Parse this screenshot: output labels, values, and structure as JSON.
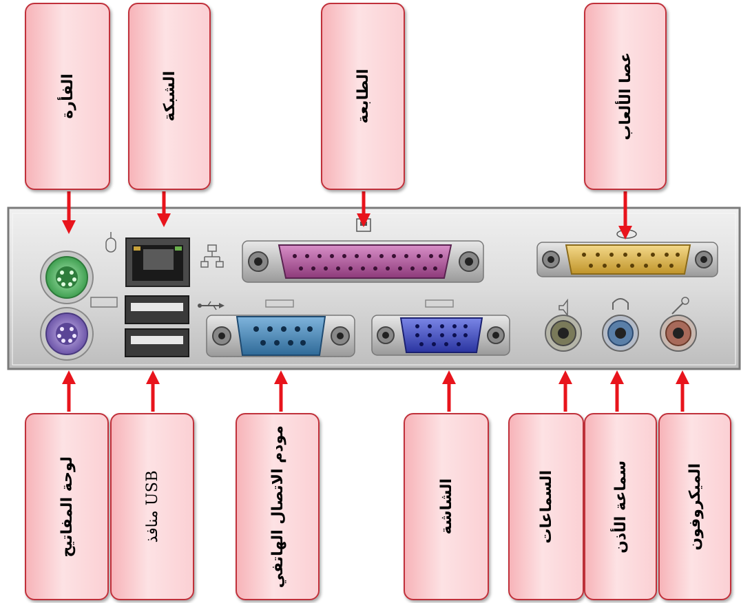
{
  "labels_top": [
    {
      "id": "mouse",
      "text": "الفأرة"
    },
    {
      "id": "network",
      "text": "الشبكة"
    },
    {
      "id": "printer",
      "text": "الطابعة"
    },
    {
      "id": "joystick",
      "text": "عصا الألعاب"
    }
  ],
  "labels_bottom": [
    {
      "id": "keyboard",
      "text": "لوحة المفاتيح"
    },
    {
      "id": "usb",
      "text": "منافذ USB"
    },
    {
      "id": "modem",
      "text": "مودم الاتصال الهاتفي"
    },
    {
      "id": "monitor",
      "text": "الشاشة"
    },
    {
      "id": "speakers",
      "text": "السماعات"
    },
    {
      "id": "headphones",
      "text": "سماعة الأذن"
    },
    {
      "id": "microphone",
      "text": "الميكروفون"
    }
  ],
  "colors": {
    "box_border": "#c0303a",
    "box_fill": "#f9c3c8",
    "arrow": "#e8141c",
    "panel": "#d8d8d8",
    "ps2_mouse": "#5fbf6f",
    "ps2_keyboard": "#8b6fc0",
    "parallel": "#b04a9a",
    "gameport": "#e0b84a",
    "serial": "#3f7fb0",
    "vga": "#3c46b8",
    "audio_green": "#6a6a4a",
    "audio_blue": "#5a7fa8",
    "audio_pink": "#a86a5a"
  }
}
